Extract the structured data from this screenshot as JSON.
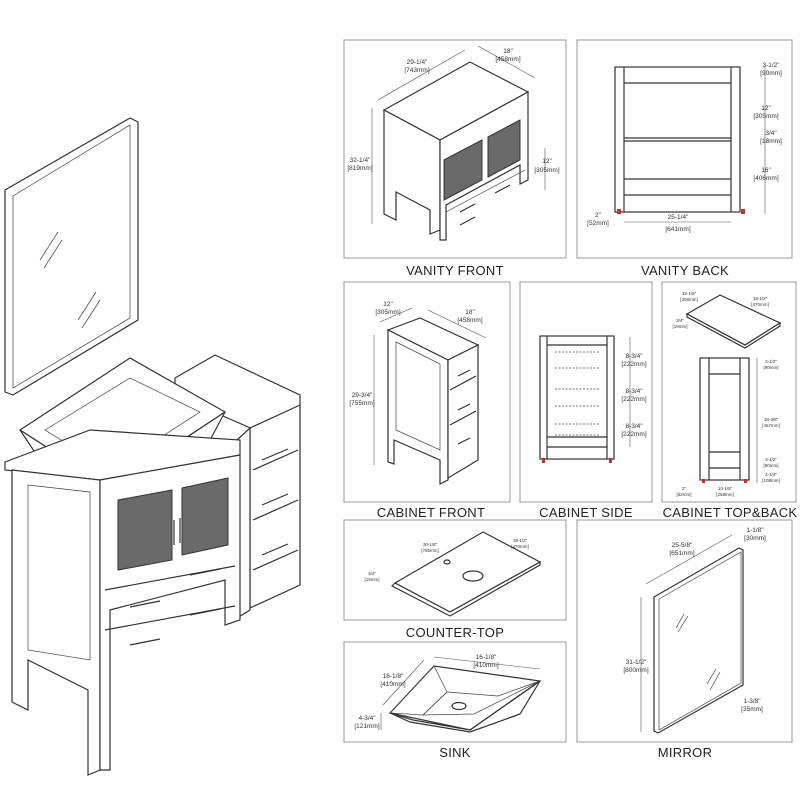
{
  "panels": {
    "vanity_front": {
      "label": "VANITY FRONT",
      "width": "29-1/4\"",
      "width_mm": "[743mm]",
      "depth": "18\"",
      "depth_mm": "[458mm]",
      "height": "32-1/4\"",
      "height_mm": "[819mm]",
      "door": "12\"",
      "door_mm": "[305mm]"
    },
    "vanity_back": {
      "label": "VANITY BACK",
      "d1": "3-1/2\"",
      "d1_mm": "[90mm]",
      "d2": "12\"",
      "d2_mm": "[305mm]",
      "d3": "3/4\"",
      "d3_mm": "[18mm]",
      "d4": "16\"",
      "d4_mm": "[406mm]",
      "leg": "2\"",
      "leg_mm": "[52mm]",
      "width": "25-1/4\"",
      "width_mm": "[641mm]"
    },
    "cabinet_front": {
      "label": "CABINET FRONT",
      "depth": "12\"",
      "depth_mm": "[305mm]",
      "width": "18\"",
      "width_mm": "[458mm]",
      "height": "29-3/4\"",
      "height_mm": "[755mm]"
    },
    "cabinet_side": {
      "label": "CABINET SIDE",
      "s1": "8-3/4\"",
      "s1_mm": "[222mm]",
      "s2": "8-3/4\"",
      "s2_mm": "[222mm]",
      "s3": "8-3/4\"",
      "s3_mm": "[222mm]"
    },
    "cabinet_top_back": {
      "label": "CABINET TOP&BACK",
      "top_w": "12-1/8\"",
      "top_w_mm": "[308mm]",
      "top_d": "18-1/2\"",
      "top_d_mm": "[470mm]",
      "top_t": "3/4\"",
      "top_t_mm": "[19mm]",
      "b1": "3-1/2\"",
      "b1_mm": "[90mm]",
      "b2": "18-3/8\"",
      "b2_mm": "[467mm]",
      "b3": "3-1/2\"",
      "b3_mm": "[90mm]",
      "b4": "4-1/4\"",
      "b4_mm": "[108mm]",
      "leg": "2\"",
      "leg_mm": "[52mm]",
      "width": "10-1/8\"",
      "width_mm": "[258mm]"
    },
    "counter_top": {
      "label": "COUNTER-TOP",
      "width": "30-1/8\"",
      "width_mm": "[765mm]",
      "depth": "18-1/2\"",
      "depth_mm": "[470mm]",
      "thick": "3/4\"",
      "thick_mm": "[19mm]"
    },
    "sink": {
      "label": "SINK",
      "w": "16-1/8\"",
      "w_mm": "[410mm]",
      "d": "16-1/8\"",
      "d_mm": "[410mm]",
      "h": "4-3/4\"",
      "h_mm": "[121mm]"
    },
    "mirror": {
      "label": "MIRROR",
      "width": "25-5/8\"",
      "width_mm": "[651mm]",
      "depth": "1-1/8\"",
      "depth_mm": "[30mm]",
      "height": "31-1/2\"",
      "height_mm": "[800mm]",
      "frame": "1-3/8\"",
      "frame_mm": "[35mm]"
    }
  },
  "colors": {
    "line": "#333333",
    "frame": "#999999",
    "leveler": "#bb3333"
  }
}
